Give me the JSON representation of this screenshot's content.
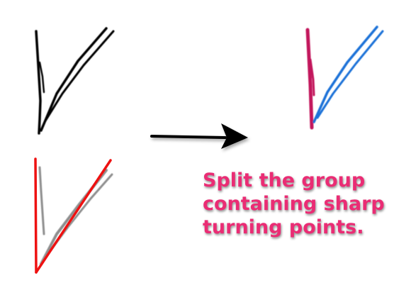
{
  "caption": {
    "lines": [
      "Split the group",
      "containing sharp",
      "turning points."
    ]
  },
  "colors": {
    "caption_text": "#ea2c74",
    "original_stroke": "#000000",
    "split_segment_1": "#c2185b",
    "split_segment_2": "#1e72d8",
    "fitted_lines": "#ee1111",
    "faded_stroke": "#7a7a7a",
    "arrow": "#000000"
  },
  "icons": {
    "arrow": "right-arrow-icon"
  }
}
